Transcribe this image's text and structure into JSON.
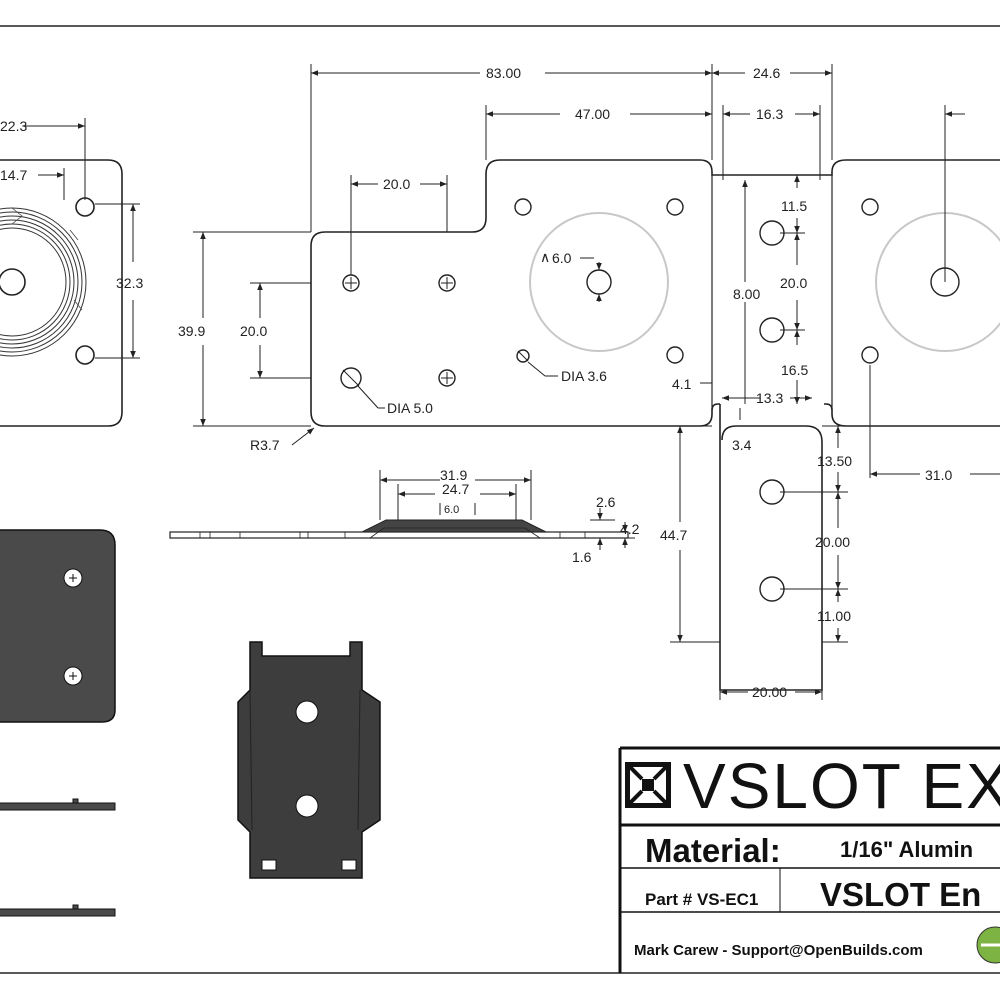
{
  "dims": {
    "d83": "83.00",
    "d24_6": "24.6",
    "d47": "47.00",
    "d16_3": "16.3",
    "d20_top": "20.0",
    "d22_3": "22.3",
    "d14_7": "14.7",
    "d32_3": "32.3",
    "d39_9": "39.9",
    "d20_left": "20.0",
    "dia6": "6.0",
    "dia3_6": "DIA 3.6",
    "dia5": "DIA 5.0",
    "r3_7": "R3.7",
    "d11_5": "11.5",
    "d20_mid": "20.0",
    "d8": "8.00",
    "d16_5": "16.5",
    "d4_1": "4.1",
    "d13_3": "13.3",
    "d3_4": "3.4",
    "d13_50": "13.50",
    "d31": "31.0",
    "d20_00v": "20.00",
    "d11_00": "11.00",
    "d44_7": "44.7",
    "d20_00h": "20.00",
    "d31_9": "31.9",
    "d24_7": "24.7",
    "d6_0s": "6.0",
    "d2_6": "2.6",
    "d4_2": "4.2",
    "d1_6": "1.6"
  },
  "title_block": {
    "logo_text": "VSLOT EX",
    "material_label": "Material:",
    "material_value": "1/16\" Alumin",
    "part_label": "Part # VS-EC1",
    "part_name": "VSLOT En",
    "author": "Mark Carew - Support@OpenBuilds.com"
  }
}
